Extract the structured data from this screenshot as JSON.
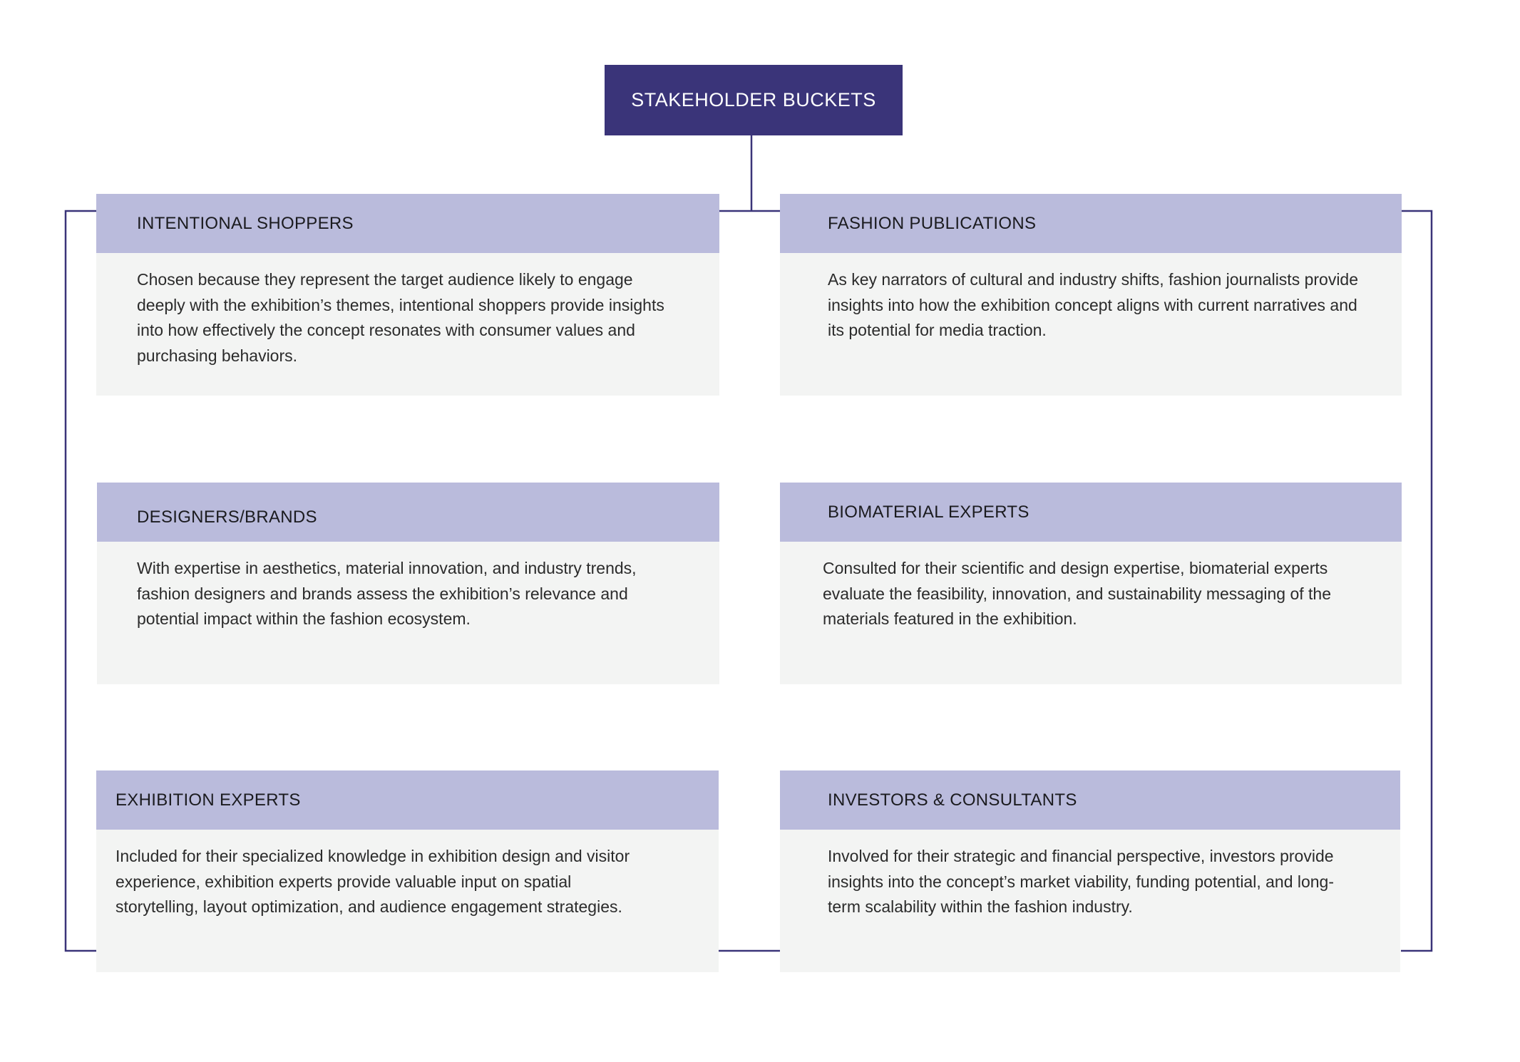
{
  "title": "STAKEHOLDER BUCKETS",
  "buckets": [
    {
      "heading": "INTENTIONAL SHOPPERS",
      "description": "Chosen because they represent the target audience likely to engage deeply with the exhibition’s themes, intentional shoppers provide insights into how effectively the concept resonates with consumer values and purchasing behaviors."
    },
    {
      "heading": "FASHION PUBLICATIONS",
      "description": "As key narrators of cultural and industry shifts, fashion journalists provide insights into how the exhibition concept aligns with current narratives and its potential for media traction."
    },
    {
      "heading": "DESIGNERS/BRANDS",
      "description": "With expertise in aesthetics, material innovation, and industry trends, fashion designers and brands assess the exhibition’s relevance and potential impact within the fashion ecosystem."
    },
    {
      "heading": "BIOMATERIAL EXPERTS",
      "description": "Consulted for their scientific and design expertise, biomaterial experts evaluate the feasibility, innovation, and sustainability messaging of the materials featured in the exhibition."
    },
    {
      "heading": "EXHIBITION EXPERTS",
      "description": "Included for their specialized knowledge in exhibition design and visitor experience, exhibition experts provide valuable input on spatial storytelling, layout optimization, and audience engagement strategies."
    },
    {
      "heading": "INVESTORS & CONSULTANTS",
      "description": "Involved for their strategic and financial perspective, investors provide insights into the concept’s market viability, funding potential, and long-term scalability within the fashion industry."
    }
  ],
  "colors": {
    "root_fill": "#3a3479",
    "connector": "#3a3479",
    "card_header": "#babbdc",
    "card_body": "#f3f4f3"
  }
}
